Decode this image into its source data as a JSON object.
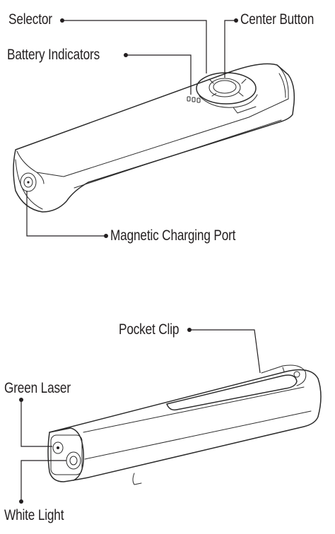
{
  "labels": {
    "selector": "Selector",
    "center_button": "Center Button",
    "battery_indicators": "Battery Indicators",
    "magnetic_charging_port": "Magnetic Charging Port",
    "pocket_clip": "Pocket Clip",
    "green_laser": "Green Laser",
    "white_light": "White Light"
  }
}
